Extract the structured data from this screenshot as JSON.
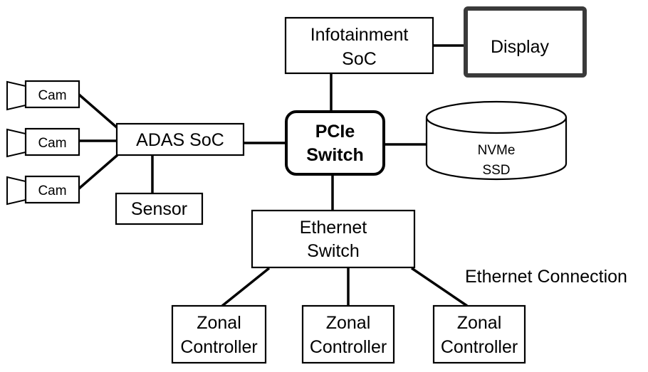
{
  "diagram": {
    "nodes": {
      "infotainment": {
        "line1": "Infotainment",
        "line2": "SoC"
      },
      "display": {
        "label": "Display"
      },
      "pcie": {
        "line1": "PCIe",
        "line2": "Switch"
      },
      "nvme": {
        "line1": "NVMe",
        "line2": "SSD"
      },
      "adas": {
        "label": "ADAS SoC"
      },
      "sensor": {
        "label": "Sensor"
      },
      "cams": [
        {
          "label": "Cam"
        },
        {
          "label": "Cam"
        },
        {
          "label": "Cam"
        }
      ],
      "ethernet": {
        "line1": "Ethernet",
        "line2": "Switch"
      },
      "zonals": [
        {
          "line1": "Zonal",
          "line2": "Controller"
        },
        {
          "line1": "Zonal",
          "line2": "Controller"
        },
        {
          "line1": "Zonal",
          "line2": "Controller"
        }
      ]
    },
    "annotations": {
      "ethernet_connection": "Ethernet Connection"
    },
    "edges": [
      [
        "cam-1",
        "adas"
      ],
      [
        "cam-2",
        "adas"
      ],
      [
        "cam-3",
        "adas"
      ],
      [
        "adas",
        "sensor"
      ],
      [
        "adas",
        "pcie"
      ],
      [
        "infotainment",
        "display"
      ],
      [
        "infotainment",
        "pcie"
      ],
      [
        "pcie",
        "nvme"
      ],
      [
        "pcie",
        "ethernet"
      ],
      [
        "ethernet",
        "zonal-1"
      ],
      [
        "ethernet",
        "zonal-2"
      ],
      [
        "ethernet",
        "zonal-3"
      ]
    ]
  }
}
